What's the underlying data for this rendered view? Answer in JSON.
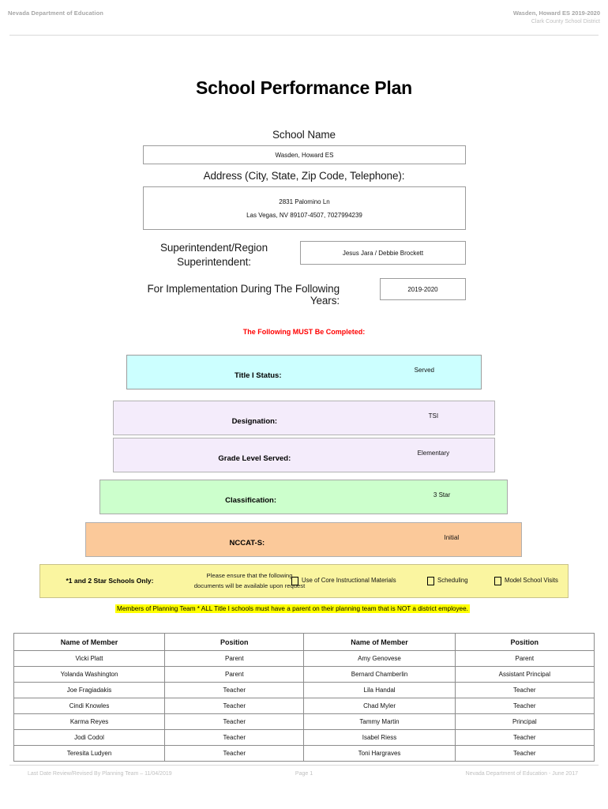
{
  "header": {
    "left": "Nevada Department of Education",
    "right_line1": "Wasden, Howard ES  2019-2020",
    "right_line2": "Clark County School District"
  },
  "title": "School Performance Plan",
  "fields": {
    "school_name_label": "School Name",
    "school_name_value": "Wasden, Howard ES",
    "address_label": "Address (City, State, Zip Code, Telephone):",
    "address_line1": "2831 Palomino Ln",
    "address_line2": "Las Vegas, NV  89107-4507, 7027994239",
    "superintendent_label": "Superintendent/Region Superintendent:",
    "superintendent_value": "Jesus Jara / Debbie Brockett",
    "years_label": "For Implementation During The Following Years:",
    "years_value": "2019-2020"
  },
  "red_notice": "The Following MUST Be Completed:",
  "banners": [
    {
      "label": "Title I Status:",
      "value": "Served",
      "color": "#CCFFFF"
    },
    {
      "label": "Designation:",
      "value": "TSI",
      "color": "#F4ECFB"
    },
    {
      "label": "Grade Level Served:",
      "value": "Elementary",
      "color": "#F4ECFB"
    },
    {
      "label": "Classification:",
      "value": "3 Star",
      "color": "#CCFFCC"
    },
    {
      "label": "NCCAT-S:",
      "value": "Initial",
      "color": "#FBC99A"
    }
  ],
  "star_band": {
    "title": "*1 and 2 Star Schools Only:",
    "note_line1": "Please ensure that the following",
    "note_line2": "documents will be available upon request",
    "checkboxes": [
      {
        "label": "Use of Core Instructional Materials",
        "checked": false
      },
      {
        "label": "Scheduling",
        "checked": false
      },
      {
        "label": "Model School Visits",
        "checked": false
      }
    ],
    "background": "#FAF5A0"
  },
  "planning_note": {
    "text": "Members of Planning Team * ALL Title I schools must have a parent on their planning team that is NOT a district employee.",
    "highlight": "#FFFF00"
  },
  "members_table": {
    "headers": [
      "Name of Member",
      "Position",
      "Name of Member",
      "Position"
    ],
    "rows": [
      [
        "Vicki Platt",
        "Parent",
        "Amy Genovese",
        "Parent"
      ],
      [
        "Yolanda Washington",
        "Parent",
        "Bernard Chamberlin",
        "Assistant Principal"
      ],
      [
        "Joe Fragiadakis",
        "Teacher",
        "Lila Handal",
        "Teacher"
      ],
      [
        "Cindi Knowles",
        "Teacher",
        "Chad Myler",
        "Teacher"
      ],
      [
        "Karma Reyes",
        "Teacher",
        "Tammy Martin",
        "Principal"
      ],
      [
        "Jodi Codol",
        "Teacher",
        "Isabel Riess",
        "Teacher"
      ],
      [
        "Teresita Ludyen",
        "Teacher",
        "Toni Hargraves",
        "Teacher"
      ]
    ]
  },
  "footer": {
    "left": "Last Date Review/Revised By Planning Team – 11/04/2019",
    "center": "Page 1",
    "right": "Nevada Department of Education - June 2017"
  }
}
